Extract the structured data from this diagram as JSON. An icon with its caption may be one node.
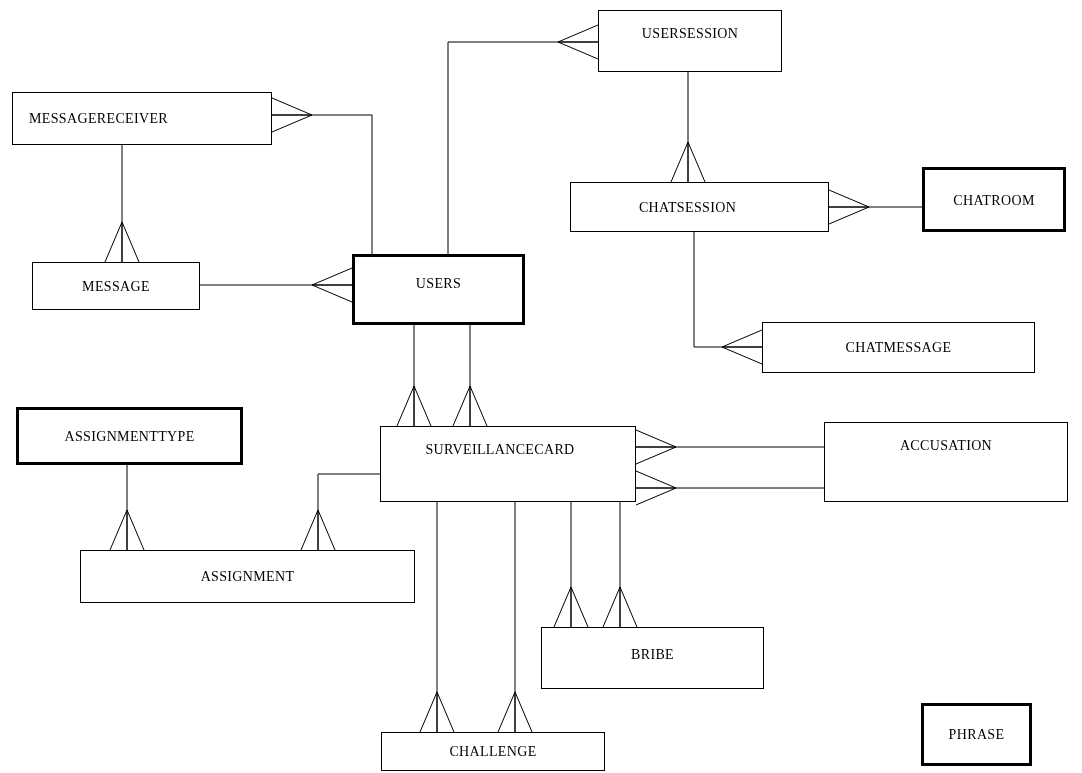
{
  "diagram": {
    "nodes": [
      {
        "text": [
          "USERSESSION"
        ]
      },
      {
        "text": [
          "MESSAGERECEIVER"
        ]
      },
      {
        "text": [
          "CHATSESSION"
        ]
      },
      {
        "text": [
          "CHATROOM"
        ]
      },
      {
        "text": [
          "MESSAGE"
        ]
      },
      {
        "text": [
          "USERS"
        ]
      },
      {
        "text": [
          "CHATMESSAGE"
        ]
      },
      {
        "text": [
          "ASSIGNMENTTYPE"
        ]
      },
      {
        "text": [
          "SURVEILLANCECARD"
        ]
      },
      {
        "text": [
          "ACCUSATION"
        ]
      },
      {
        "text": [
          "ASSIGNMENT"
        ]
      },
      {
        "text": [
          "BRIBE"
        ]
      },
      {
        "text": [
          "PHRASE"
        ]
      },
      {
        "text": [
          "CHALLENGE"
        ]
      }
    ],
    "edges": [
      {
        "from": 5,
        "to": 0,
        "arrow": "other"
      },
      {
        "from": 5,
        "to": 1,
        "arrow": "other"
      },
      {
        "from": 0,
        "to": 2,
        "arrow": "other"
      },
      {
        "from": 3,
        "to": 2,
        "arrow": "other"
      },
      {
        "from": 1,
        "to": 4,
        "arrow": "other"
      },
      {
        "from": 4,
        "to": 5,
        "arrow": "other"
      },
      {
        "from": 2,
        "to": 6,
        "arrow": "other"
      },
      {
        "from": 5,
        "to": 8,
        "arrow": "other"
      },
      {
        "from": 5,
        "to": 8,
        "arrow": "other"
      },
      {
        "from": 7,
        "to": 10,
        "arrow": "other"
      },
      {
        "from": 8,
        "to": 10,
        "arrow": "other"
      },
      {
        "from": 9,
        "to": 8,
        "arrow": "other"
      },
      {
        "from": 9,
        "to": 8,
        "arrow": "other"
      },
      {
        "from": 8,
        "to": 11,
        "arrow": "other"
      },
      {
        "from": 8,
        "to": 11,
        "arrow": "other"
      },
      {
        "from": 8,
        "to": 13,
        "arrow": "other"
      },
      {
        "from": 8,
        "to": 13,
        "arrow": "other"
      }
    ]
  }
}
